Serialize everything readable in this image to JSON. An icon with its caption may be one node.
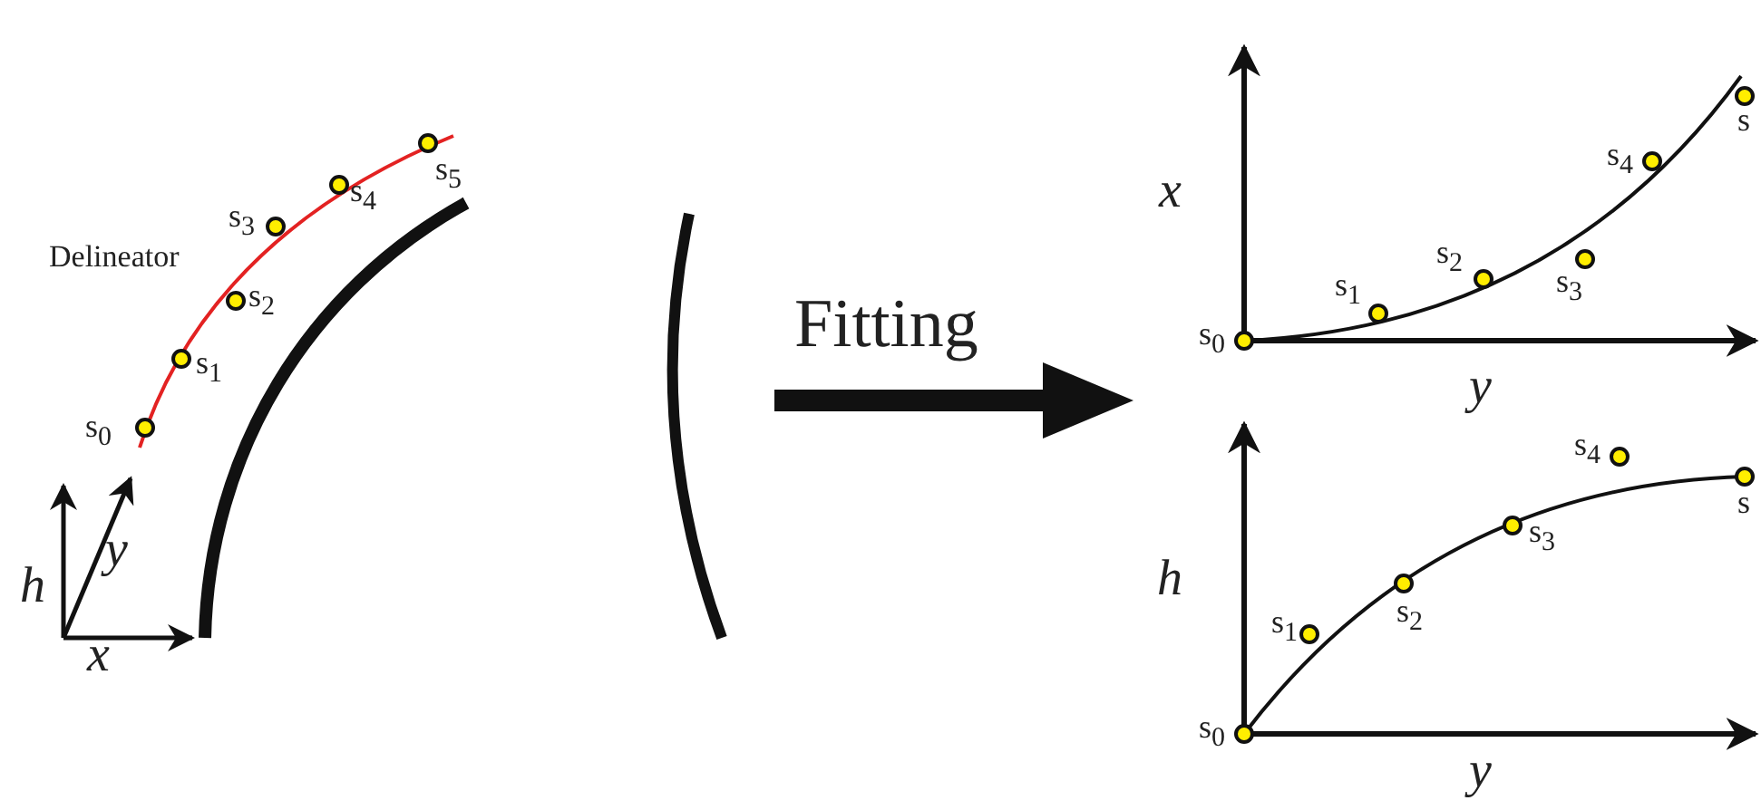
{
  "diagram": {
    "labels": [
      "s$_{5}$",
      "s$_{4}$",
      "s$_{3}$",
      "Delineator",
      "s$_{2}$",
      "s$_{1}$",
      "s$_{0}$",
      "h",
      "y",
      "x",
      "Fitting",
      "s",
      "s$_{4}$",
      "x",
      "s$_{2}$",
      "s$_{1}$",
      "s$_{3}$",
      "s$_{0}$",
      "y",
      "s$_{4}$",
      "s",
      "s$_{3}$",
      "h",
      "s$_{2}$",
      "s$_{1}$",
      "s$_{0}$",
      "y"
    ]
  }
}
